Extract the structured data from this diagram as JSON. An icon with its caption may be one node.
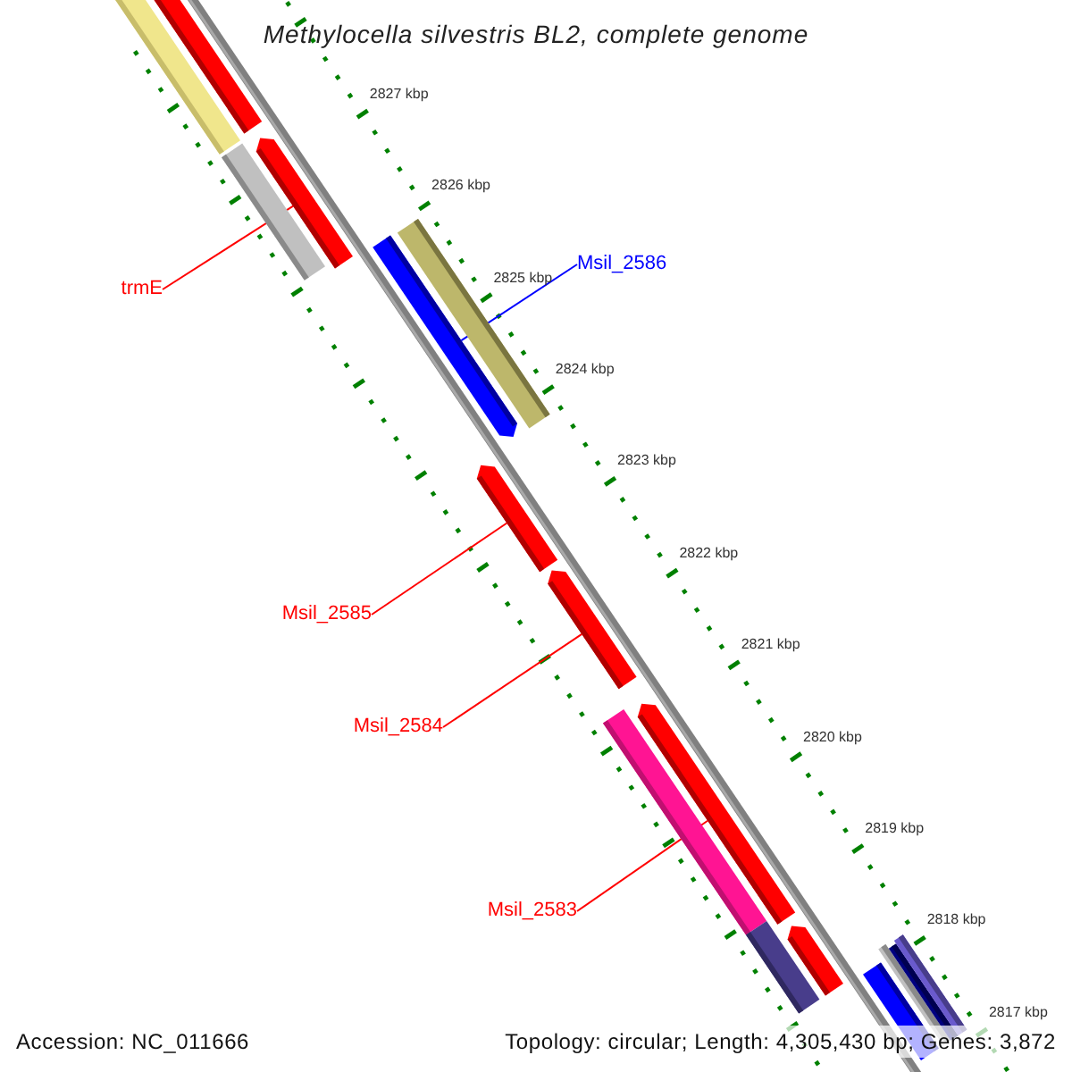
{
  "diagram": {
    "title": "Methylocella silvestris BL2, complete genome",
    "nodes": [
      {
        "text": [
          "trmE"
        ]
      },
      {
        "text": [],
        "shape": "bar"
      },
      {
        "text": [
          "Msil_2586"
        ]
      },
      {
        "text": [],
        "shape": "bar"
      },
      {
        "text": [
          "Msil_2585"
        ]
      },
      {
        "text": [],
        "shape": "bar"
      },
      {
        "text": [
          "Msil_2584"
        ]
      },
      {
        "text": [],
        "shape": "bar"
      },
      {
        "text": [
          "Msil_2583"
        ]
      },
      {
        "text": [],
        "shape": "bar"
      }
    ],
    "edges": [
      {
        "from": 0,
        "to": 1,
        "arrow": "none"
      },
      {
        "from": 2,
        "to": 3,
        "arrow": "none",
        "color": "#0000ff"
      },
      {
        "from": 4,
        "to": 5,
        "arrow": "none"
      },
      {
        "from": 6,
        "to": 7,
        "arrow": "none"
      },
      {
        "from": 8,
        "to": 9,
        "arrow": "none"
      }
    ],
    "labels": [
      "2827 kbp",
      "2826 kbp",
      "2825 kbp",
      "2824 kbp",
      "2823 kbp",
      "2822 kbp",
      "2821 kbp",
      "2820 kbp",
      "2819 kbp",
      "2818 kbp",
      "2817 kbp",
      "Accession: NC_011666",
      "Topology: circular; Length: 4,305,430 bp; Genes: 3,872"
    ]
  }
}
